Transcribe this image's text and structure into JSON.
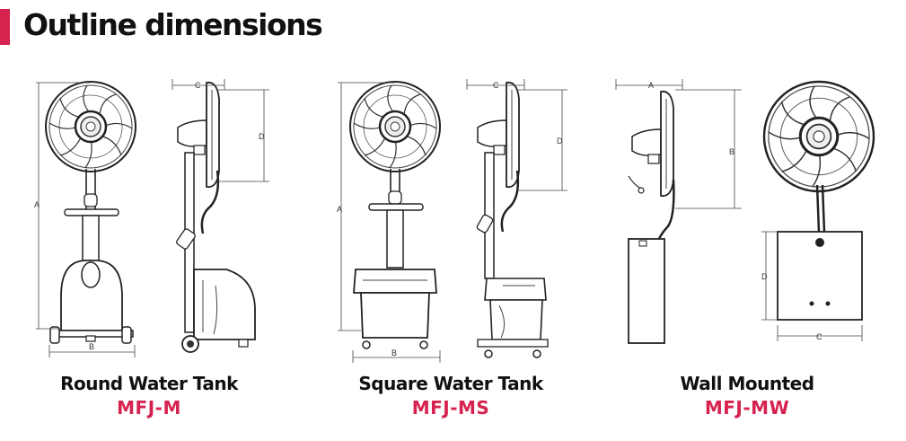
{
  "page": {
    "title": "Outline dimensions",
    "accent_color": "#d6224f",
    "line_color": "#2a2a2a"
  },
  "products": [
    {
      "name": "Round Water Tank",
      "model": "MFJ-M",
      "views": {
        "front": {
          "dims": [
            "A",
            "B"
          ]
        },
        "side": {
          "dims": [
            "C",
            "D"
          ]
        }
      }
    },
    {
      "name": "Square Water Tank",
      "model": "MFJ-MS",
      "views": {
        "front": {
          "dims": [
            "A",
            "B"
          ]
        },
        "side": {
          "dims": [
            "C",
            "D"
          ]
        }
      }
    },
    {
      "name": "Wall Mounted",
      "model": "MFJ-MW",
      "views": {
        "side": {
          "dims": [
            "A",
            "B"
          ]
        },
        "front": {
          "dims": [
            "D",
            "C"
          ]
        }
      }
    }
  ]
}
